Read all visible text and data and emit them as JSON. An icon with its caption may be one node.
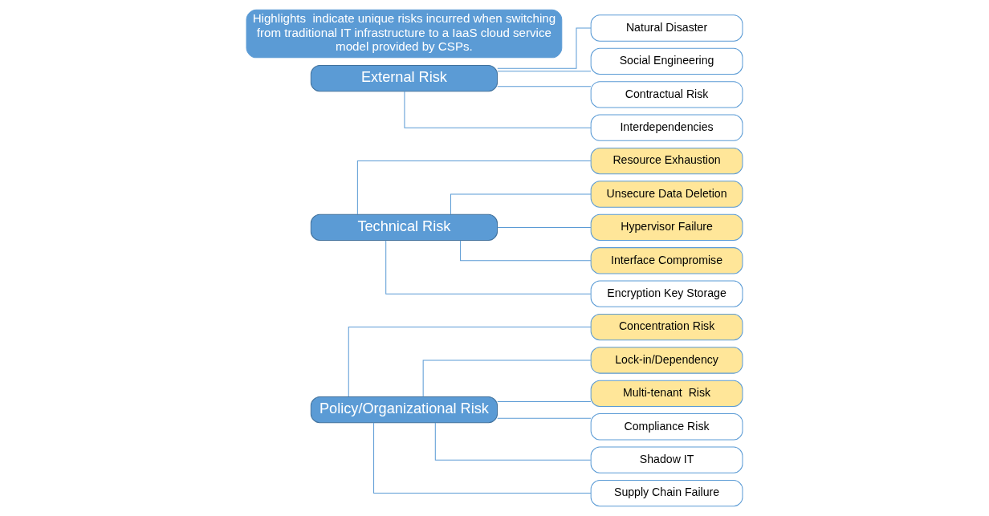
{
  "diagram": {
    "nodes": [
      {
        "text": [
          "Policy/Organizational Risk"
        ]
      },
      {
        "text": [
          "Concentration Risk"
        ]
      },
      {
        "text": [
          "Lock-in/Dependency"
        ]
      },
      {
        "text": [
          "Multi-tenant  Risk"
        ]
      },
      {
        "text": [
          "Compliance Risk"
        ]
      },
      {
        "text": [
          "Shadow IT"
        ]
      },
      {
        "text": [
          "Supply Chain Failure"
        ]
      },
      {
        "text": [
          "Technical Risk"
        ]
      },
      {
        "text": [
          "Resource Exhaustion"
        ]
      },
      {
        "text": [
          "Unsecure Data Deletion"
        ]
      },
      {
        "text": [
          "Hypervisor Failure"
        ]
      },
      {
        "text": [
          "Interface Compromise"
        ]
      },
      {
        "text": [
          "Encryption Key Storage"
        ]
      },
      {
        "text": [
          "External Risk"
        ]
      },
      {
        "text": [
          "Natural Disaster"
        ]
      },
      {
        "text": [
          "Social Engineering"
        ]
      },
      {
        "text": [
          "Contractual Risk"
        ]
      },
      {
        "text": [
          "Interdependencies"
        ]
      },
      {
        "text": [
          "Highlights  indicate unique risks incurred when switching from traditional IT infrastructure to a IaaS cloud service model provided by CSPs."
        ]
      }
    ],
    "edges": [
      {
        "from": 0,
        "to": 1,
        "arrow": "none"
      },
      {
        "from": 0,
        "to": 2,
        "arrow": "none"
      },
      {
        "from": 0,
        "to": 3,
        "arrow": "none"
      },
      {
        "from": 0,
        "to": 4,
        "arrow": "none"
      },
      {
        "from": 0,
        "to": 5,
        "arrow": "none"
      },
      {
        "from": 0,
        "to": 6,
        "arrow": "none"
      },
      {
        "from": 7,
        "to": 8,
        "arrow": "none"
      },
      {
        "from": 7,
        "to": 9,
        "arrow": "none"
      },
      {
        "from": 7,
        "to": 10,
        "arrow": "none"
      },
      {
        "from": 7,
        "to": 11,
        "arrow": "none"
      },
      {
        "from": 7,
        "to": 12,
        "arrow": "none"
      },
      {
        "from": 13,
        "to": 14,
        "arrow": "none"
      },
      {
        "from": 13,
        "to": 15,
        "arrow": "none"
      },
      {
        "from": 13,
        "to": 16,
        "arrow": "none"
      },
      {
        "from": 13,
        "to": 17,
        "arrow": "none"
      }
    ]
  }
}
